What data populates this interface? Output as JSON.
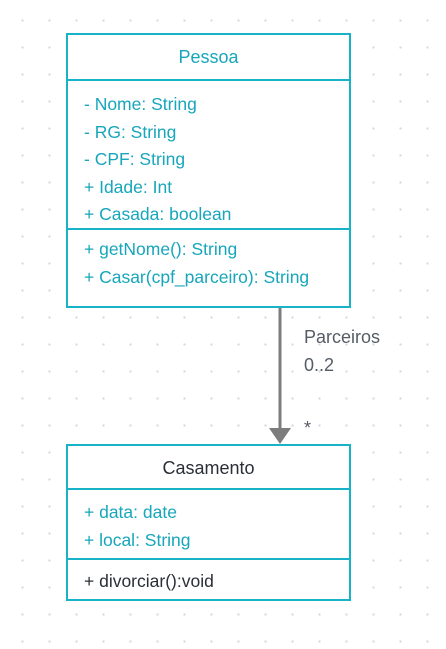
{
  "colors": {
    "class_border": "#17b3c7",
    "class_text": "#17a6bb",
    "dark_text": "#2a2f36",
    "connector": "#7d7d7d",
    "label_text": "#555c66",
    "canvas_dots": "#d6dbe0"
  },
  "classes": {
    "pessoa": {
      "name": "Pessoa",
      "attributes": [
        "- Nome: String",
        "- RG: String",
        "- CPF: String",
        "+ Idade: Int",
        "+ Casada: boolean"
      ],
      "operations": [
        "+ getNome(): String",
        "+ Casar(cpf_parceiro): String"
      ]
    },
    "casamento": {
      "name": "Casamento",
      "attributes": [
        "+  data: date",
        "+  local: String"
      ],
      "operations": [
        "+  divorciar():void"
      ]
    }
  },
  "association": {
    "role": "Parceiros",
    "source_multiplicity": "0..2",
    "target_multiplicity": "*",
    "arrow": "filled-triangle"
  }
}
